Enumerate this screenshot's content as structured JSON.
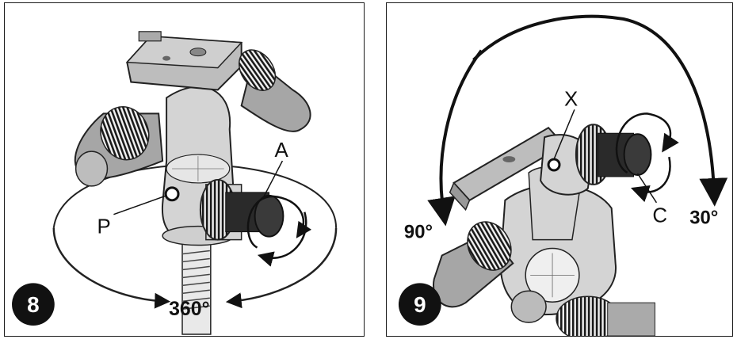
{
  "panels": [
    {
      "step_number": "8",
      "callouts": {
        "a": "A",
        "p": "P"
      },
      "rotation_label": "360°"
    },
    {
      "step_number": "9",
      "callouts": {
        "x": "X",
        "c": "C"
      },
      "tilt_left_label": "90°",
      "tilt_right_label": "30°"
    }
  ],
  "colors": {
    "ink": "#111111",
    "grip": "#9a9a9a",
    "plate": "#bdbdbd",
    "body": "#d4d4d4"
  }
}
